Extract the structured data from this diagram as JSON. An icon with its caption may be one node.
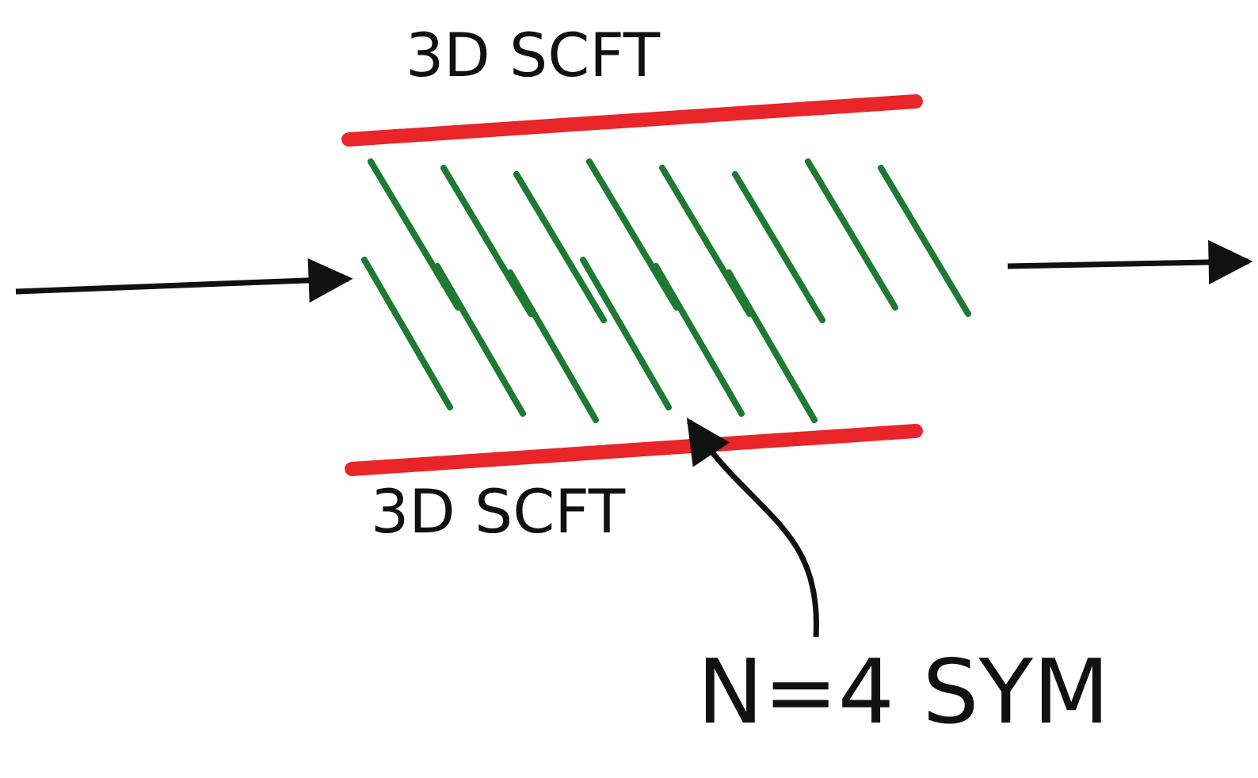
{
  "diagram": {
    "nodes": [
      {
        "text": [
          "3D SCFT"
        ]
      },
      {
        "text": [],
        "shape": "picture"
      },
      {
        "text": [
          "3D SCFT"
        ]
      },
      {
        "text": [
          "N=4 SYM"
        ]
      }
    ],
    "edges": [
      {
        "from": null,
        "to": 1,
        "arrow": "to"
      },
      {
        "from": 1,
        "to": null,
        "arrow": "to"
      },
      {
        "from": 3,
        "to": 1,
        "arrow": "to"
      }
    ]
  }
}
